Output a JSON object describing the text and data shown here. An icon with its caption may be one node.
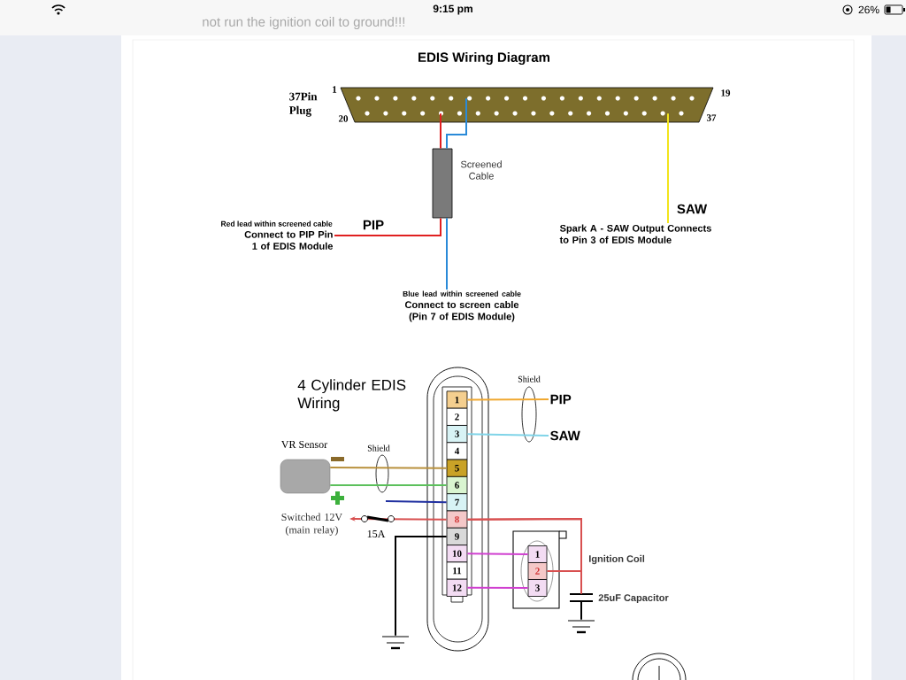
{
  "diagram": {
    "title": "EDIS Wiring Diagram",
    "nodes": [
      {
        "text": [
          "37Pin Plug"
        ],
        "beside": [
          "1",
          "19",
          "20",
          "37"
        ]
      },
      {
        "text": [
          "Screened Cable"
        ]
      },
      {
        "text": [
          "Red lead within screened cable",
          "Connect to PIP Pin 1 of EDIS Module"
        ]
      },
      {
        "text": [
          "Blue lead within screened cable",
          "Connect to screen cable (Pin 7 of EDIS Module)"
        ]
      },
      {
        "text": [
          "Spark A - SAW Output Connects to Pin 3 of EDIS Module"
        ]
      },
      {
        "text": [],
        "shape": "box"
      },
      {
        "text": [
          "1"
        ],
        "in": 5
      },
      {
        "text": [
          "2"
        ],
        "in": 5
      },
      {
        "text": [
          "3"
        ],
        "in": 5
      },
      {
        "text": [
          "4"
        ],
        "in": 5
      },
      {
        "text": [
          "5"
        ],
        "in": 5
      },
      {
        "text": [
          "6"
        ],
        "in": 5
      },
      {
        "text": [
          "7"
        ],
        "in": 5
      },
      {
        "text": [
          "8"
        ],
        "in": 5
      },
      {
        "text": [
          "9"
        ],
        "in": 5
      },
      {
        "text": [
          "10"
        ],
        "in": 5
      },
      {
        "text": [
          "11"
        ],
        "in": 5
      },
      {
        "text": [
          "12"
        ],
        "in": 5
      },
      {
        "text": [
          "PIP"
        ]
      },
      {
        "text": [
          "SAW"
        ]
      },
      {
        "text": [
          "VR Sensor"
        ]
      },
      {
        "text": [
          "Switched 12V (main relay)"
        ]
      },
      {
        "text": [],
        "shape": "ground"
      },
      {
        "text": [
          "Ignition Coil"
        ]
      },
      {
        "text": [
          "1"
        ],
        "in": 23
      },
      {
        "text": [
          "2"
        ],
        "in": 23
      },
      {
        "text": [
          "3"
        ],
        "in": 23
      },
      {
        "text": [
          "25uF Capacitor"
        ]
      },
      {
        "text": [],
        "shape": "ground"
      }
    ],
    "edges": [
      {
        "from": 0,
        "to": 1,
        "arrow": "none",
        "color": "#e02020"
      },
      {
        "from": 0,
        "to": 1,
        "arrow": "none",
        "color": "#2a8ad8"
      },
      {
        "from": 1,
        "to": 2,
        "arrow": "none",
        "label": "PIP",
        "color": "#e02020"
      },
      {
        "from": 1,
        "to": 3,
        "arrow": "none",
        "color": "#2a8ad8"
      },
      {
        "from": 0,
        "to": 4,
        "arrow": "none",
        "label": "SAW",
        "color": "#f2e41c"
      },
      {
        "from": 6,
        "to": 18,
        "arrow": "none",
        "color": "#f0a830"
      },
      {
        "from": 8,
        "to": 19,
        "arrow": "none",
        "color": "#80d4e8"
      },
      {
        "from": 10,
        "to": 20,
        "arrow": "none",
        "color": "#b8903c"
      },
      {
        "from": 11,
        "to": 20,
        "arrow": "none",
        "color": "#5cc05c"
      },
      {
        "from": 12,
        "to": null,
        "arrow": "none",
        "color": "#2030a0"
      },
      {
        "from": 13,
        "to": 21,
        "arrow": "to",
        "label": "15A",
        "color": "#d85050"
      },
      {
        "from": 13,
        "to": 25,
        "arrow": "none",
        "color": "#d85050"
      },
      {
        "from": 13,
        "to": 27,
        "arrow": "none",
        "color": "#d85050"
      },
      {
        "from": 14,
        "to": 22,
        "arrow": "none",
        "color": "#000000"
      },
      {
        "from": 15,
        "to": 24,
        "arrow": "none",
        "color": "#d040d0"
      },
      {
        "from": 17,
        "to": 26,
        "arrow": "none",
        "color": "#d040d0"
      },
      {
        "from": 27,
        "to": 28,
        "arrow": "none",
        "color": "#000000"
      }
    ],
    "labels": [
      "9:15 pm",
      "26%",
      "not run the ignition coil to ground!!!",
      "4 Cylinder EDIS Wiring",
      "Shield",
      "Shield"
    ]
  }
}
